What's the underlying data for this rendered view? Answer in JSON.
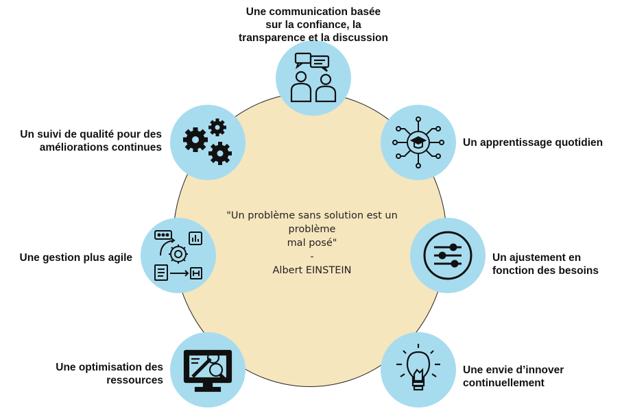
{
  "quote": {
    "line1": "\"Un problème sans solution est un",
    "line2": "problème",
    "line3": "mal posé\"",
    "line4": "-",
    "line5": "Albert EINSTEIN"
  },
  "nodes": {
    "top": {
      "icon": "conversation-icon",
      "lines": [
        "Une communication basée",
        "sur la confiance, la",
        "transparence et la discussion"
      ]
    },
    "upper_right": {
      "icon": "learning-network-icon",
      "lines": [
        "Un apprentissage quotidien"
      ]
    },
    "mid_right": {
      "icon": "sliders-icon",
      "lines": [
        "Un ajustement en",
        "fonction des besoins"
      ]
    },
    "lower_right": {
      "icon": "lightbulb-icon",
      "lines": [
        "Une envie d’innover",
        "continuellement"
      ]
    },
    "lower_left": {
      "icon": "tools-monitor-icon",
      "lines": [
        "Une optimisation des",
        "ressources"
      ]
    },
    "mid_left": {
      "icon": "agile-process-icon",
      "lines": [
        "Une gestion plus agile"
      ]
    },
    "upper_left": {
      "icon": "gears-icon",
      "lines": [
        "Un suivi de qualité pour des",
        "améliorations continues"
      ]
    }
  },
  "colors": {
    "circle_fill": "#f6e6bd",
    "node_fill": "#a7dcef",
    "text": "#111111"
  }
}
